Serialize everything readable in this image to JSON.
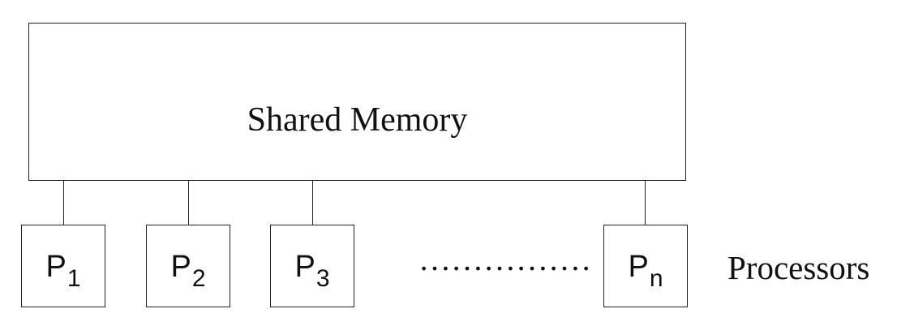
{
  "diagram": {
    "memory_label": "Shared Memory",
    "processors": [
      {
        "base": "P",
        "sub": "1"
      },
      {
        "base": "P",
        "sub": "2"
      },
      {
        "base": "P",
        "sub": "3"
      },
      {
        "base": "P",
        "sub": "n"
      }
    ],
    "ellipsis": "………………",
    "processors_label": "Processors"
  }
}
